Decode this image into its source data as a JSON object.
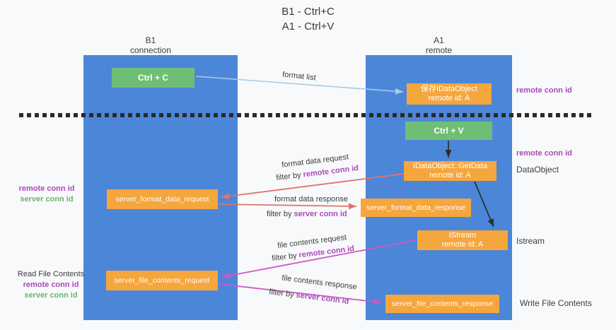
{
  "title": {
    "line1": "B1 - Ctrl+C",
    "line2": "A1 - Ctrl+V"
  },
  "lanes": {
    "left": {
      "name": "B1",
      "role": "connection"
    },
    "right": {
      "name": "A1",
      "role": "remote"
    }
  },
  "nodes": {
    "ctrl_c": "Ctrl + C",
    "ctrl_v": "Ctrl + V",
    "save_idataobject": {
      "line1": "保存IDataObject",
      "line2": "remote id: A"
    },
    "getdata": {
      "line1": "IDataObject::GetData",
      "line2": "remote id: A"
    },
    "istream": {
      "line1": "IStream",
      "line2": "remote id: A"
    },
    "server_format_data_request": "server_format_data_request",
    "server_format_data_response": "server_format_data_response",
    "server_file_contents_request": "server_file_contents_request",
    "server_file_contents_response": "server_file_contents_response"
  },
  "edge_labels": {
    "format_list": "format list",
    "format_data_request": "format data request",
    "format_data_response": "format data response",
    "file_contents_request": "file contents request",
    "file_contents_response": "file contents response",
    "filter_by": "filter by",
    "remote_conn_id": "remote conn id",
    "server_conn_id": "server conn id"
  },
  "annotations": {
    "left_top": {
      "remote": "remote conn id",
      "server": "server conn id"
    },
    "left_bottom": {
      "title": "Read File Contents",
      "remote": "remote conn id",
      "server": "server conn id"
    },
    "right": {
      "remote1": "remote conn id",
      "remote2": "remote conn id",
      "dataobject": "DataObject",
      "istream": "Istream",
      "write": "Write File Contents"
    }
  },
  "colors": {
    "lane_blue": "#4c86d9",
    "box_green": "#6fbe76",
    "box_orange": "#f5a63d",
    "arrow_light_blue": "#a5cbe8",
    "arrow_black": "#2f2f2f",
    "arrow_red": "#e2736c",
    "arrow_magenta": "#cf58c3",
    "text_purple": "#a94ab8",
    "text_green": "#67b767",
    "text_dark": "#3d3d3d",
    "background": "#f8f9fa"
  }
}
